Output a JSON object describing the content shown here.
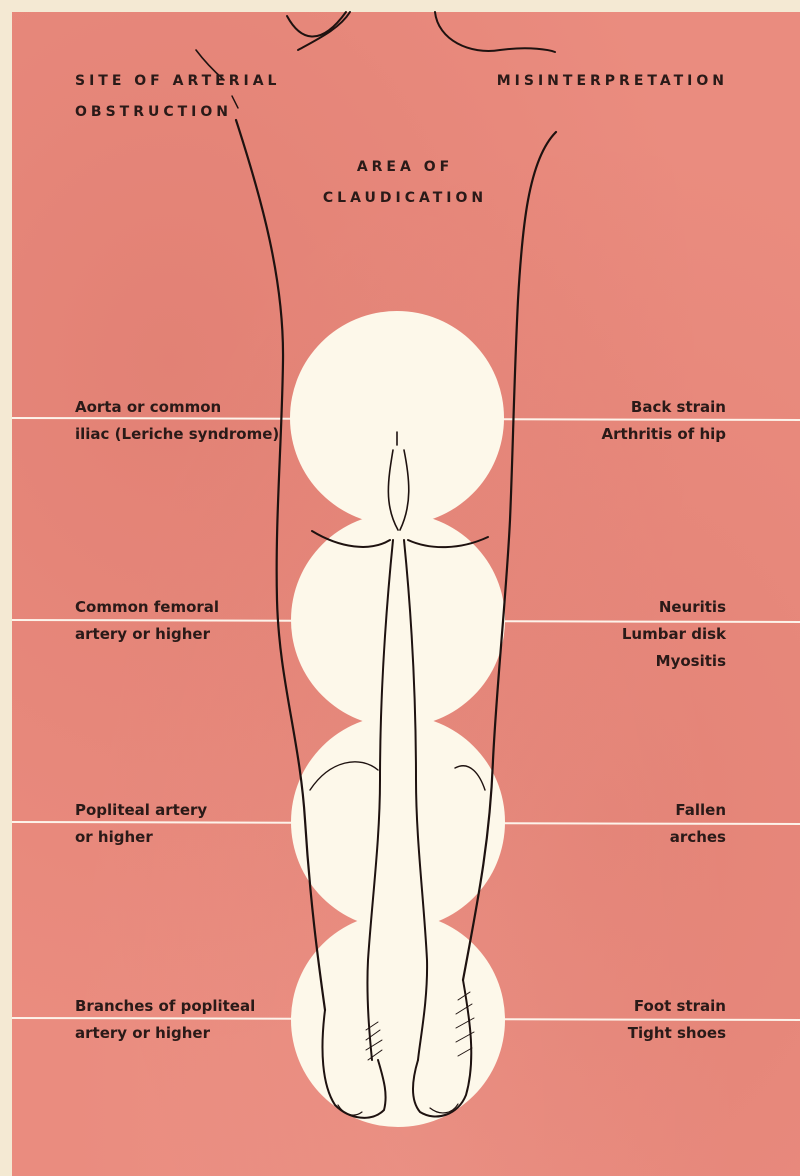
{
  "headings": {
    "site": [
      "SITE OF ARTERIAL",
      "OBSTRUCTION"
    ],
    "misinterpretation": [
      "MISINTERPRETATION"
    ],
    "area": [
      "AREA OF",
      "CLAUDICATION"
    ]
  },
  "rows": [
    {
      "site": [
        "Aorta or common",
        "iliac (Leriche syndrome)"
      ],
      "misinterpretation": [
        "Back strain",
        "Arthritis of hip"
      ]
    },
    {
      "site": [
        "Common femoral",
        "artery or higher"
      ],
      "misinterpretation": [
        "Neuritis",
        "Lumbar disk",
        "Myositis"
      ]
    },
    {
      "site": [
        "Popliteal artery",
        "or higher"
      ],
      "misinterpretation": [
        "Fallen",
        "arches"
      ]
    },
    {
      "site": [
        "Branches of popliteal",
        "artery or higher"
      ],
      "misinterpretation": [
        "Foot strain",
        "Tight shoes"
      ]
    }
  ],
  "colors": {
    "background": "#ea8c7f",
    "circle": "#fdf8ea",
    "ink": "#2a1a18",
    "line": "#fdf3ea"
  }
}
